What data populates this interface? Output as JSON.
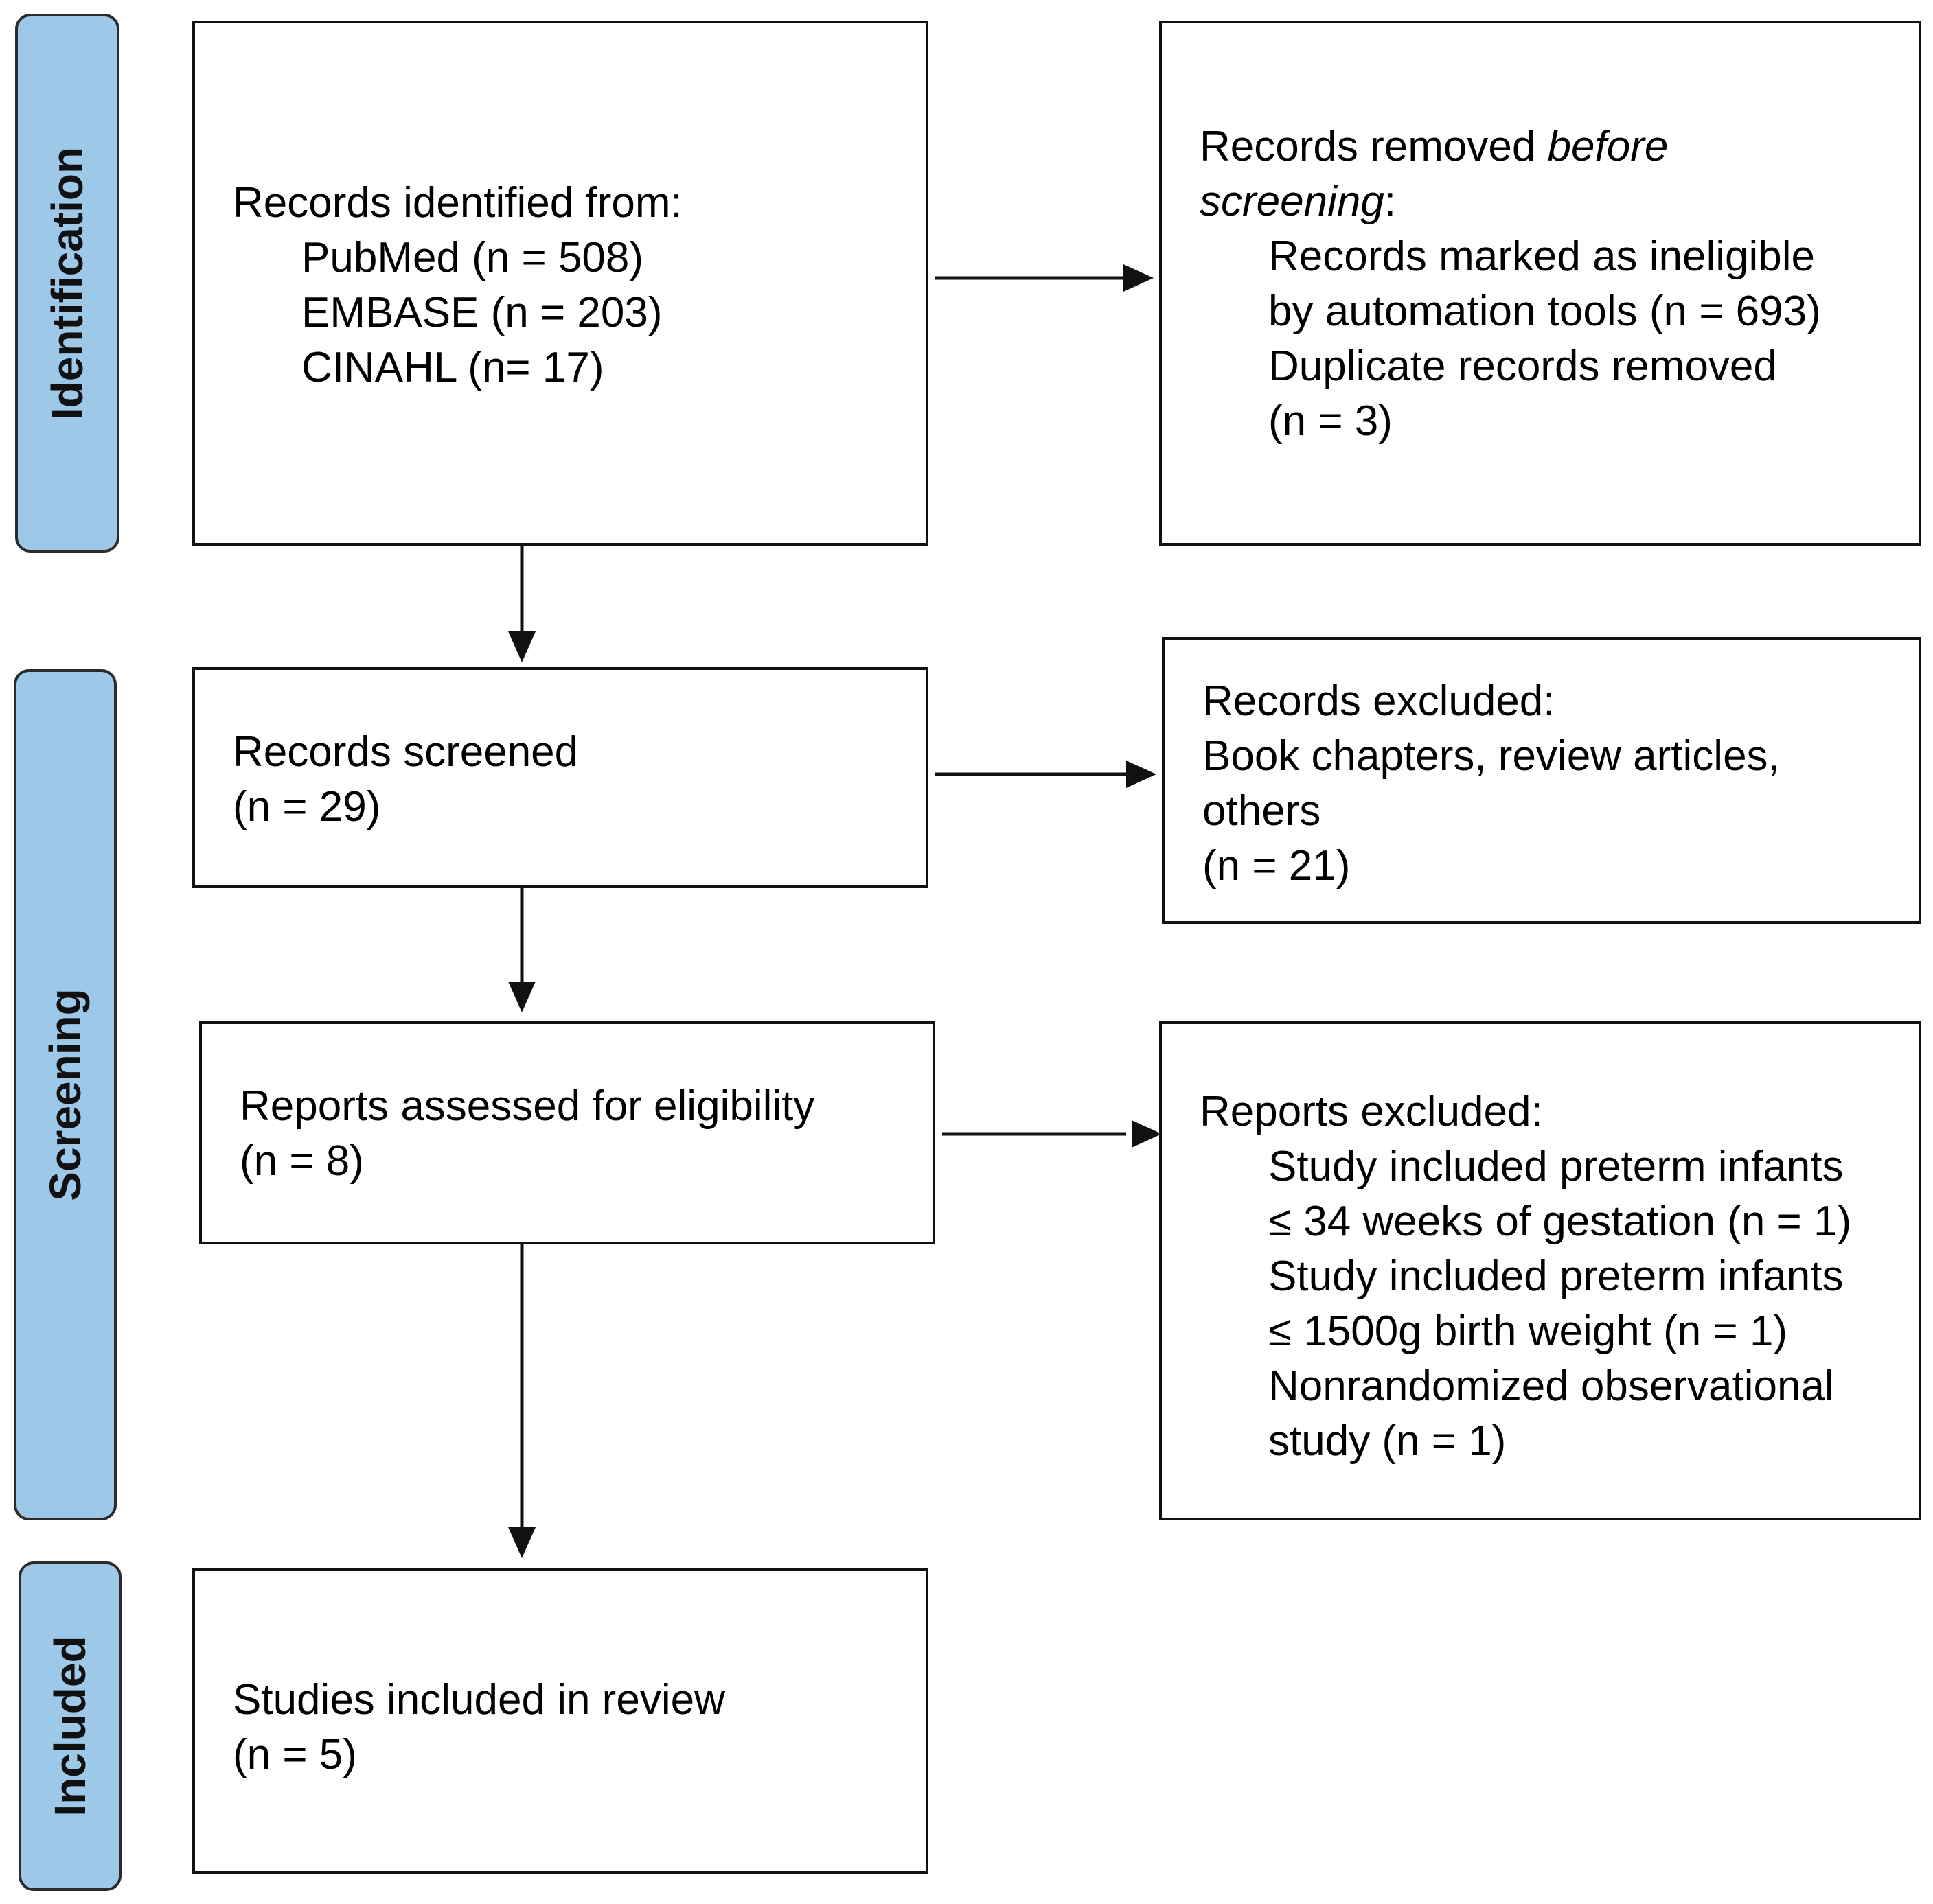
{
  "phases": {
    "identification": "Identification",
    "screening": "Screening",
    "included": "Included"
  },
  "boxes": {
    "identified": {
      "heading": "Records identified from:",
      "sources": [
        "PubMed (n = 508)",
        "EMBASE (n = 203)",
        "CINAHL (n= 17)"
      ]
    },
    "removed": {
      "heading_part1": "Records removed ",
      "heading_emphasis1": "before",
      "heading_emphasis2": "screening",
      "heading_colon": ":",
      "item1_line1": "Records marked as ineligible",
      "item1_line2": "by automation tools (n = 693)",
      "item2_line1": "Duplicate records removed",
      "item2_line2": "(n = 3)"
    },
    "screened": {
      "line1": "Records screened",
      "line2": "(n = 29)"
    },
    "excluded_records": {
      "line1": "Records excluded:",
      "line2": "Book chapters, review articles,",
      "line3": "others",
      "line4": "(n = 21)"
    },
    "assessed": {
      "line1": "Reports assessed for eligibility",
      "line2": "(n = 8)"
    },
    "excluded_reports": {
      "heading": "Reports excluded:",
      "lines": [
        "Study included preterm infants",
        "≤ 34 weeks of gestation (n = 1)",
        "Study included preterm infants",
        "≤ 1500g birth weight (n = 1)",
        "Nonrandomized observational",
        "study (n = 1)"
      ]
    },
    "included": {
      "line1": "Studies included in review",
      "line2": "(n = 5)"
    }
  },
  "colors": {
    "phase_fill": "#9dc8e8",
    "stroke": "#111111"
  }
}
